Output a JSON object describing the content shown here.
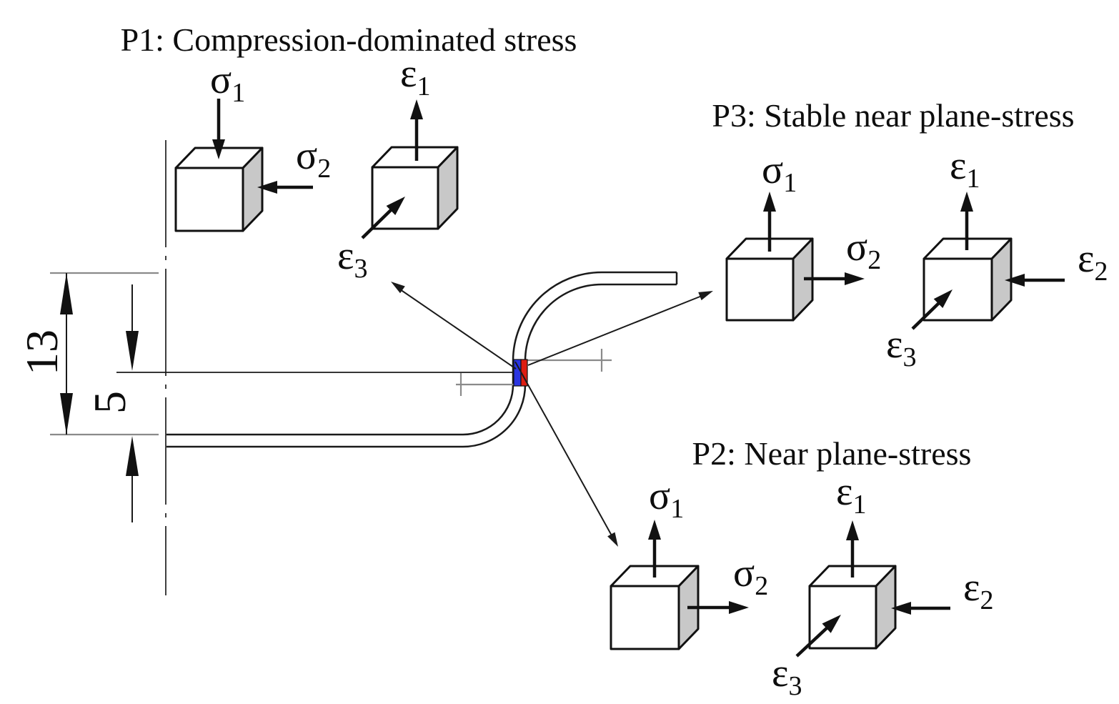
{
  "p1": {
    "title": "P1: Compression-dominated stress",
    "sigma1": {
      "base": "σ",
      "sub": "1"
    },
    "sigma2": {
      "base": "σ",
      "sub": "2"
    },
    "eps1": {
      "base": "ε",
      "sub": "1"
    },
    "eps3": {
      "base": "ε",
      "sub": "3"
    }
  },
  "p3": {
    "title": "P3: Stable near plane-stress",
    "sigma1": {
      "base": "σ",
      "sub": "1"
    },
    "sigma2": {
      "base": "σ",
      "sub": "2"
    },
    "eps1": {
      "base": "ε",
      "sub": "1"
    },
    "eps2": {
      "base": "ε",
      "sub": "2"
    },
    "eps3": {
      "base": "ε",
      "sub": "3"
    }
  },
  "p2": {
    "title": "P2: Near plane-stress",
    "sigma1": {
      "base": "σ",
      "sub": "1"
    },
    "sigma2": {
      "base": "σ",
      "sub": "2"
    },
    "eps1": {
      "base": "ε",
      "sub": "1"
    },
    "eps2": {
      "base": "ε",
      "sub": "2"
    },
    "eps3": {
      "base": "ε",
      "sub": "3"
    }
  },
  "dimensions": {
    "profile_height": "13",
    "marker_offset": "5"
  },
  "colors": {
    "inner_fiber_marker": "#2a35e0",
    "outer_fiber_marker": "#dd1d12",
    "cube_side_shade": "#c8c8c8",
    "construction_gray": "#8a8a8a"
  }
}
